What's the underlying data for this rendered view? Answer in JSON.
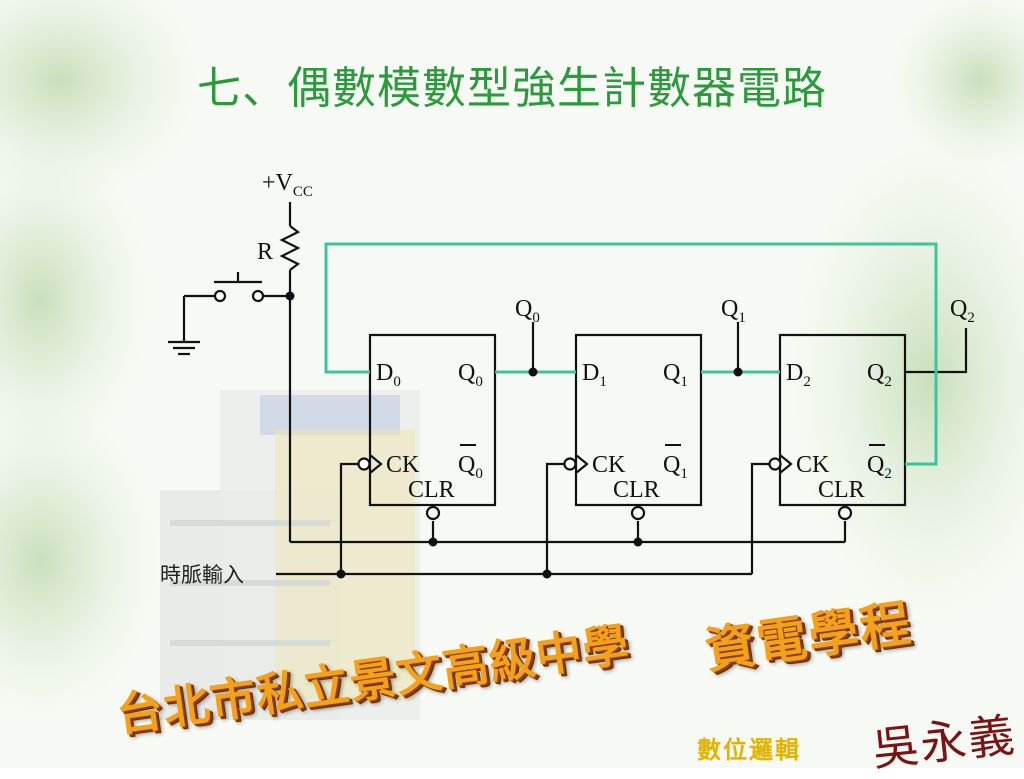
{
  "slide": {
    "title": "七、偶數模數型強生計數器電路",
    "school_banner": "台北市私立景文高級中學",
    "program_banner": "資電學程",
    "course_name": "數位邏輯",
    "author": "吳永義"
  },
  "circuit": {
    "supply_label": "+V",
    "supply_sub": "CC",
    "resistor_label": "R",
    "clock_input_label": "時脈輸入",
    "flipflops": [
      {
        "d": "D",
        "q": "Q",
        "qbar": "Q",
        "idx": "0",
        "ck": "CK",
        "clr": "CLR"
      },
      {
        "d": "D",
        "q": "Q",
        "qbar": "Q",
        "idx": "1",
        "ck": "CK",
        "clr": "CLR"
      },
      {
        "d": "D",
        "q": "Q",
        "qbar": "Q",
        "idx": "2",
        "ck": "CK",
        "clr": "CLR"
      }
    ],
    "outputs": [
      {
        "name": "Q",
        "idx": "0"
      },
      {
        "name": "Q",
        "idx": "1"
      },
      {
        "name": "Q",
        "idx": "2"
      }
    ]
  },
  "colors": {
    "title": "#2a9a3c",
    "feedback_wire": "#3cc49c",
    "wire": "#111111",
    "banner": "#f3a01a",
    "course": "#e0b400",
    "author": "#7a1414"
  }
}
